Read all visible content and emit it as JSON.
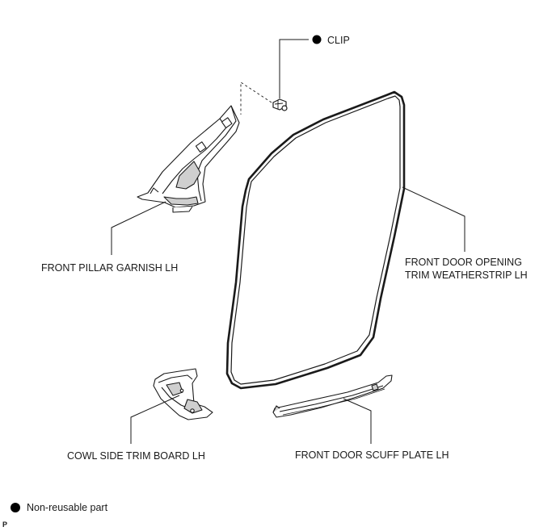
{
  "labels": {
    "clip": "CLIP",
    "front_pillar_garnish": "FRONT PILLAR GARNISH LH",
    "weatherstrip_line1": "FRONT DOOR OPENING",
    "weatherstrip_line2": "TRIM WEATHERSTRIP LH",
    "cowl_side_trim": "COWL SIDE TRIM BOARD LH",
    "scuff_plate": "FRONT DOOR SCUFF PLATE LH"
  },
  "legend": {
    "symbol": "filled-circle",
    "text": "Non-reusable part"
  },
  "figure_code": "P",
  "colors": {
    "line": "#1a1a1a",
    "fill": "#ffffff",
    "shade": "#cfcfcf"
  }
}
